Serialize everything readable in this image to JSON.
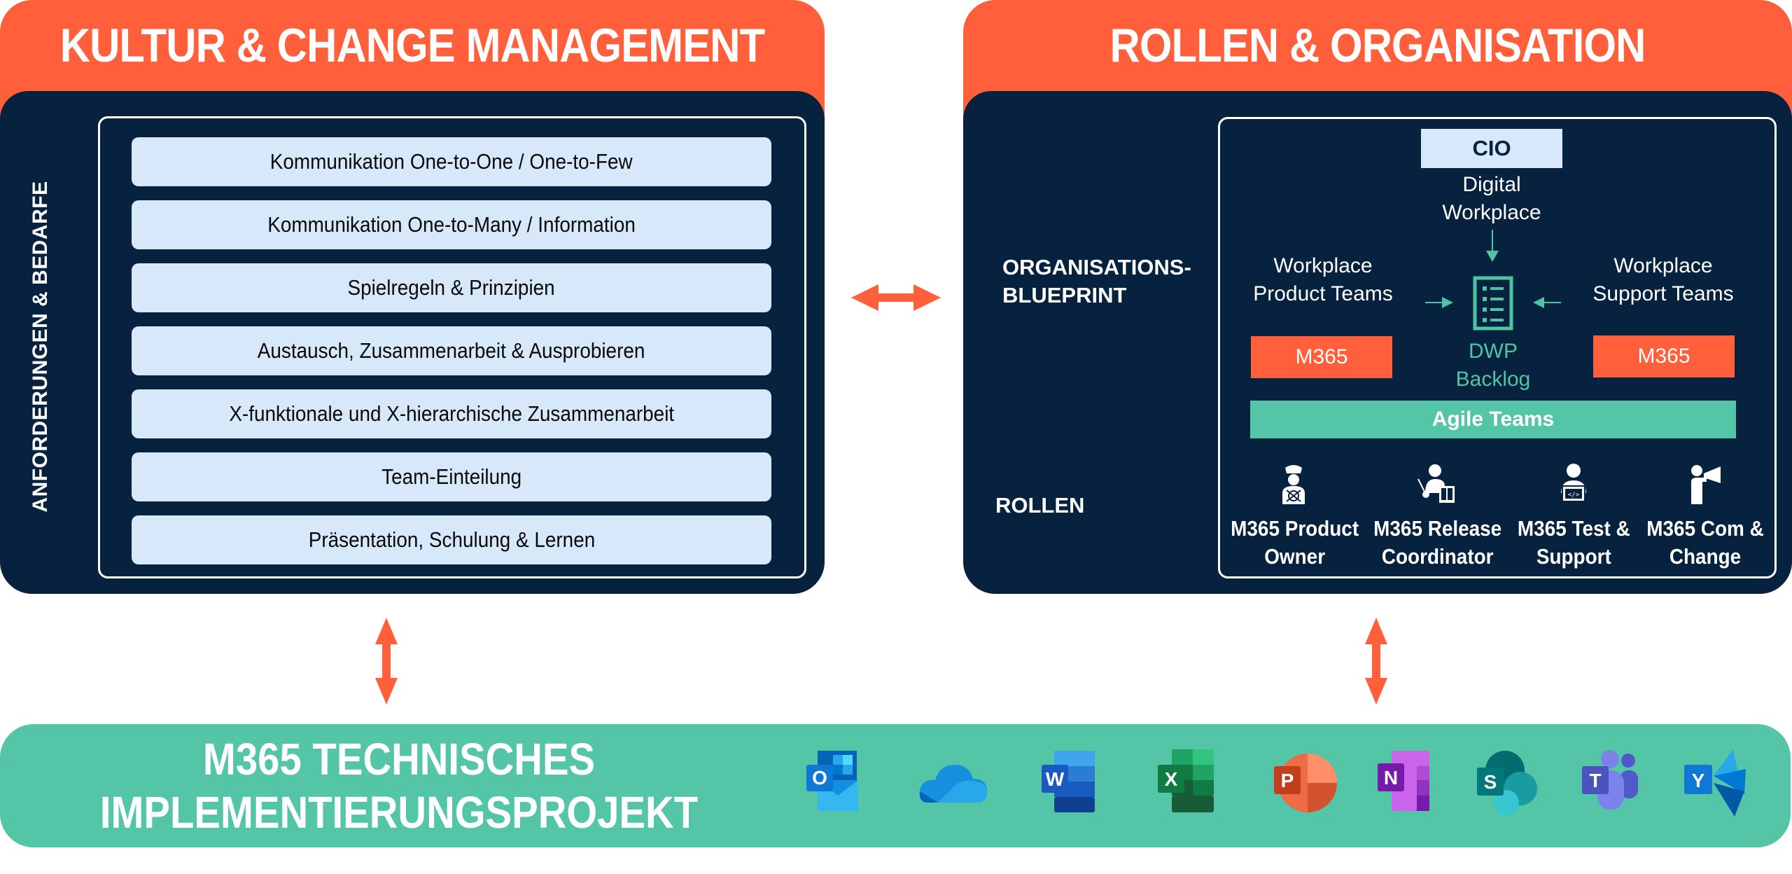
{
  "left_panel": {
    "title": "KULTUR & CHANGE MANAGEMENT",
    "vertical_label": "ANFORDERUNGEN & BEDARFE",
    "items": [
      "Kommunikation One-to-One / One-to-Few",
      "Kommunikation One-to-Many / Information",
      "Spielregeln & Prinzipien",
      "Austausch, Zusammenarbeit & Ausprobieren",
      "X-funktionale und X-hierarchische Zusammenarbeit",
      "Team-Einteilung",
      "Präsentation, Schulung & Lernen"
    ]
  },
  "right_panel": {
    "title": "ROLLEN & ORGANISATION",
    "blueprint_label_line1": "ORGANISATIONS-",
    "blueprint_label_line2": "BLUEPRINT",
    "roles_label": "ROLLEN",
    "org": {
      "cio": "CIO",
      "digital_workplace_line1": "Digital",
      "digital_workplace_line2": "Workplace",
      "product_teams_line1": "Workplace",
      "product_teams_line2": "Product Teams",
      "support_teams_line1": "Workplace",
      "support_teams_line2": "Support Teams",
      "m365_left": "M365",
      "m365_right": "M365",
      "backlog_line1": "DWP",
      "backlog_line2": "Backlog",
      "agile_teams": "Agile Teams"
    },
    "roles": [
      {
        "icon": "captain-icon",
        "line1": "M365 Product",
        "line2": "Owner"
      },
      {
        "icon": "presenter-icon",
        "line1": "M365 Release",
        "line2": "Coordinator"
      },
      {
        "icon": "developer-icon",
        "line1": "M365 Test &",
        "line2": "Support"
      },
      {
        "icon": "megaphone-person-icon",
        "line1": "M365 Com &",
        "line2": "Change"
      }
    ]
  },
  "bottom_bar": {
    "title_line1": "M365 TECHNISCHES",
    "title_line2": "IMPLEMENTIERUNGSPROJEKT",
    "apps": [
      {
        "name": "Outlook",
        "letter": "O"
      },
      {
        "name": "OneDrive",
        "letter": ""
      },
      {
        "name": "Word",
        "letter": "W"
      },
      {
        "name": "Excel",
        "letter": "X"
      },
      {
        "name": "PowerPoint",
        "letter": "P"
      },
      {
        "name": "OneNote",
        "letter": "N"
      },
      {
        "name": "SharePoint",
        "letter": "S"
      },
      {
        "name": "Teams",
        "letter": "T"
      },
      {
        "name": "Yammer",
        "letter": "Y"
      }
    ]
  },
  "colors": {
    "accent_orange": "#ff5f3a",
    "navy": "#06223f",
    "teal": "#55c5a8",
    "light_blue": "#d6e8fa"
  }
}
